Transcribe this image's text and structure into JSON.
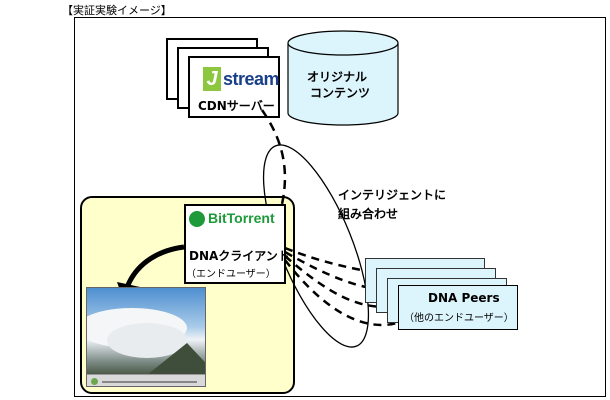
{
  "caption": "【実証実験イメージ】",
  "cdn": {
    "logo_text": "stream",
    "logo_initial": "J",
    "label": "CDNサーバー"
  },
  "original": {
    "label_line1": "オリジナル",
    "label_line2": "コンテンツ"
  },
  "intelligent": {
    "line1": "インテリジェントに",
    "line2": "組み合わせ"
  },
  "client": {
    "logo_text": "BitTorrent",
    "label": "DNAクライアント",
    "sublabel": "（エンドユーザー）"
  },
  "peers": {
    "label": "DNA Peers",
    "sublabel": "（他のエンドユーザー）"
  },
  "colors": {
    "yellow": "#ffffcc",
    "cylinder": "#dcf4fb",
    "peer": "#dcf4fb",
    "bt_green": "#1f9a3a",
    "jstream_green": "#8dc63f"
  }
}
